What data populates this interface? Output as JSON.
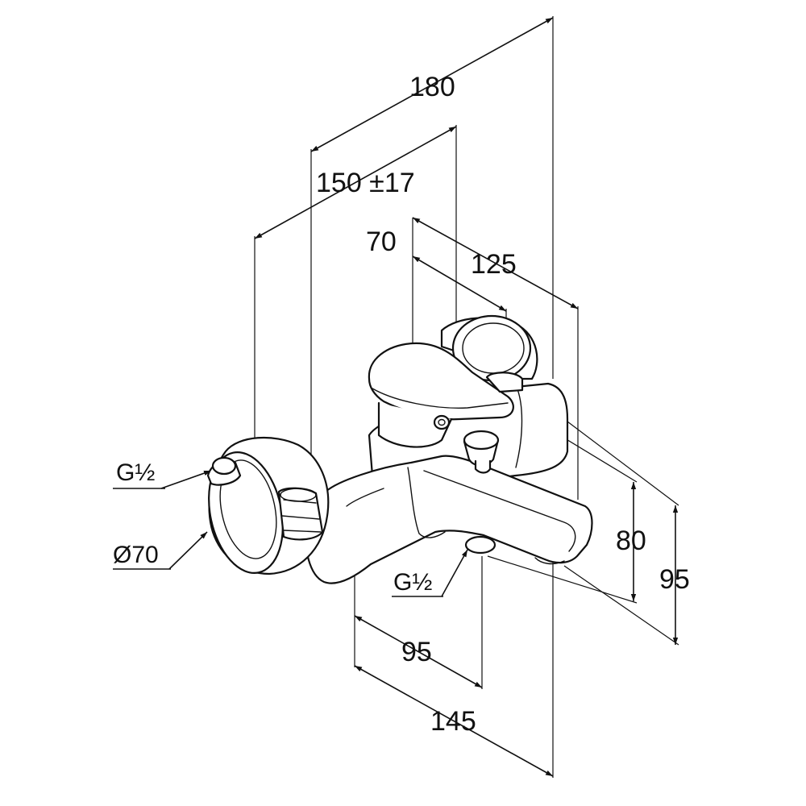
{
  "dimensions": {
    "overall_width": "180",
    "wall_centers": "150 ±17",
    "lever_offset": "70",
    "spout_offset": "125",
    "body_height": "80",
    "total_height": "95",
    "spout_depth": "95",
    "total_depth": "145",
    "flange_diameter": "Ø70",
    "inlet_thread": "G½",
    "outlet_thread": "G½"
  }
}
